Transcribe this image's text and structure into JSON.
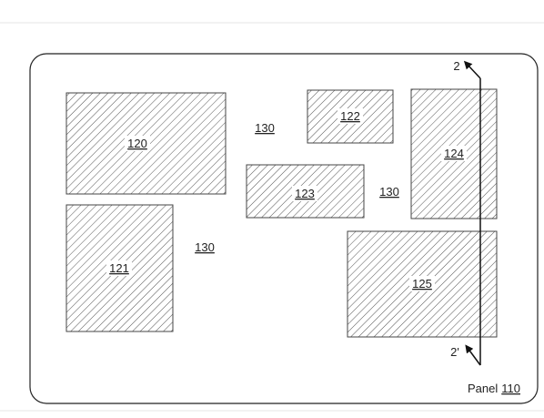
{
  "panel": {
    "prefix": "Panel",
    "number": "110"
  },
  "regions": [
    {
      "id": "120"
    },
    {
      "id": "121"
    },
    {
      "id": "122"
    },
    {
      "id": "123"
    },
    {
      "id": "124"
    },
    {
      "id": "125"
    }
  ],
  "spacing_labels": [
    "130",
    "130",
    "130"
  ],
  "section_line": {
    "start_label": "2",
    "end_label": "2'"
  }
}
